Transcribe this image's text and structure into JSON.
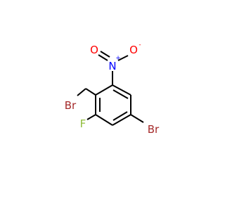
{
  "molecule": {
    "atoms": {
      "bromomethyl_br": {
        "symbol": "Br",
        "color": "#a52a2a"
      },
      "fluorine": {
        "symbol": "F",
        "color": "#8fbc3a"
      },
      "ring_br": {
        "symbol": "Br",
        "color": "#a52a2a"
      },
      "nitro_n": {
        "symbol": "N",
        "charge": "+",
        "color": "#0000ff"
      },
      "nitro_o": {
        "symbol": "O",
        "charge": "-",
        "color": "#ff0000"
      }
    }
  }
}
